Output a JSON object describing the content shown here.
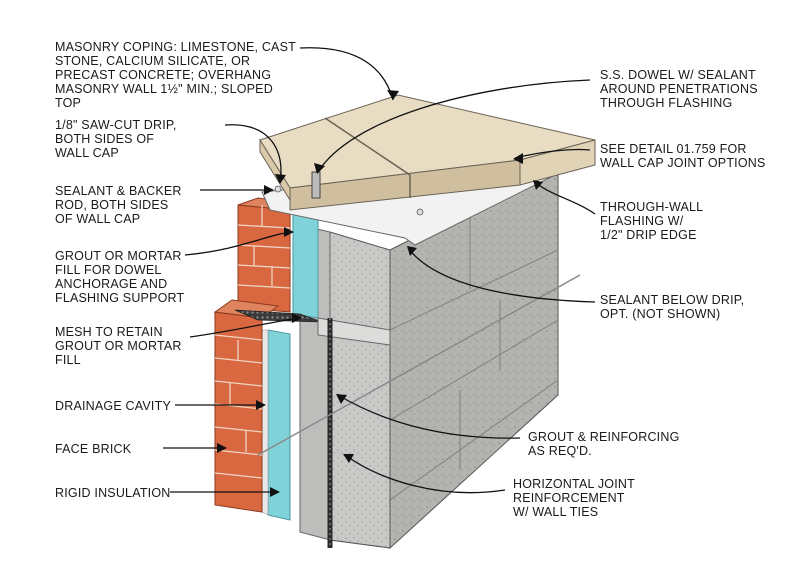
{
  "callouts": {
    "coping": "MASONRY COPING: LIMESTONE, CAST\nSTONE,  CALCIUM SILICATE, OR\nPRECAST CONCRETE; OVERHANG\nMASONRY WALL 1½\" MIN.; SLOPED\nTOP",
    "saw_cut": "1/8\" SAW-CUT DRIP,\nBOTH SIDES OF\nWALL CAP",
    "sealant_backer": "SEALANT & BACKER\nROD, BOTH SIDES\nOF WALL CAP",
    "grout_fill": "GROUT OR MORTAR\nFILL FOR DOWEL\nANCHORAGE AND\nFLASHING SUPPORT",
    "mesh": "MESH TO RETAIN\nGROUT OR MORTAR\nFILL",
    "drainage": "DRAINAGE CAVITY",
    "face_brick": "FACE BRICK",
    "rigid_insulation": "RIGID INSULATION",
    "dowel": "S.S. DOWEL W/ SEALANT\nAROUND PENETRATIONS\nTHROUGH FLASHING",
    "see_detail": "SEE DETAIL 01.759 FOR\nWALL CAP JOINT OPTIONS",
    "flashing": "THROUGH-WALL\nFLASHING W/\n1/2\" DRIP EDGE",
    "sealant_drip": "SEALANT BELOW DRIP,\nOPT. (NOT SHOWN)",
    "grout_reinf": "GROUT & REINFORCING\nAS REQ'D.",
    "joint_reinf": "HORIZONTAL JOINT\nREINFORCEMENT\nW/ WALL TIES"
  },
  "colors": {
    "coping_top": "#e8dcc3",
    "coping_side": "#d9c9a8",
    "brick": "#d9673f",
    "brick_dark": "#b8502d",
    "insulation": "#7fd3d8",
    "cmu": "#c8c8c6",
    "cmu_dark": "#a9a9a6",
    "flashing": "#f2f2f2"
  }
}
